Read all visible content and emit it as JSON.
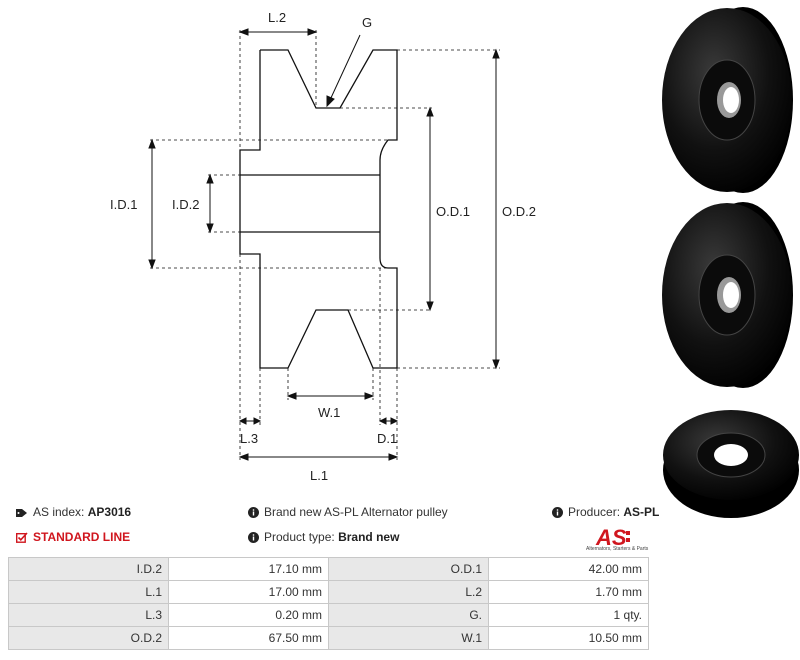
{
  "diagram": {
    "labels": {
      "l2": "L.2",
      "g": "G",
      "id1": "I.D.1",
      "id2": "I.D.2",
      "od1": "O.D.1",
      "od2": "O.D.2",
      "w1": "W.1",
      "l3": "L.3",
      "d1": "D.1",
      "l1": "L.1"
    }
  },
  "info": {
    "as_index_label": "AS index:",
    "as_index_value": "AP3016",
    "description": "Brand new AS-PL Alternator pulley",
    "producer_label": "Producer:",
    "producer_value": "AS-PL",
    "standard_line": "STANDARD LINE",
    "product_type_label": "Product type:",
    "product_type_value": "Brand new",
    "logo_text": "AS",
    "logo_tagline": "Alternators, Starters & Parts"
  },
  "specs": {
    "rows": [
      {
        "l1": "I.D.2",
        "v1": "17.10 mm",
        "l2": "O.D.1",
        "v2": "42.00 mm"
      },
      {
        "l1": "L.1",
        "v1": "17.00 mm",
        "l2": "L.2",
        "v2": "1.70 mm"
      },
      {
        "l1": "L.3",
        "v1": "0.20 mm",
        "l2": "G.",
        "v2": "1 qty."
      },
      {
        "l1": "O.D.2",
        "v1": "67.50 mm",
        "l2": "W.1",
        "v2": "10.50 mm"
      }
    ]
  },
  "colors": {
    "accent": "#d0161e"
  }
}
